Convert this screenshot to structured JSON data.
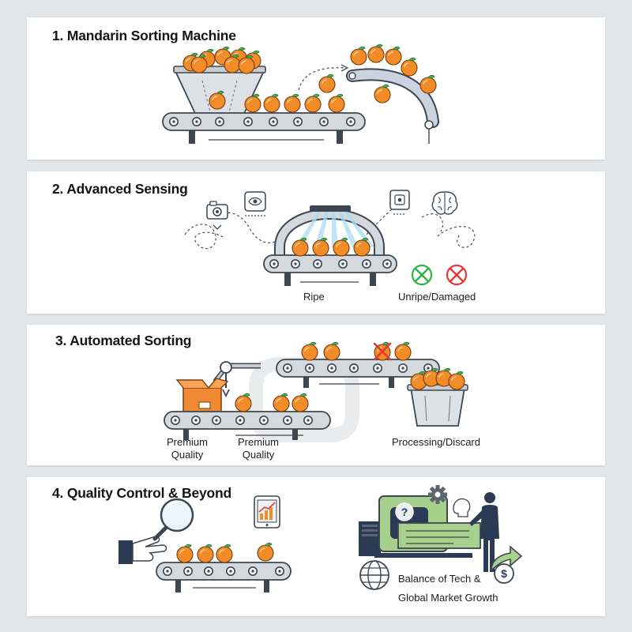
{
  "panels": [
    {
      "title": "1. Mandarin Sorting Machine"
    },
    {
      "title": "2. Advanced Sensing",
      "labels": {
        "ripe": "Ripe",
        "unripe": "Unripe/Damaged"
      }
    },
    {
      "title": "3. Automated Sorting",
      "labels": {
        "premium_a_line1": "Premium",
        "premium_a_line2": "Quality",
        "premium_b_line1": "Premium",
        "premium_b_line2": "Quality",
        "processing": "Processing/Discard"
      }
    },
    {
      "title": "4. Quality Control & Beyond",
      "labels": {
        "balance_line1": "Balance of Tech &",
        "balance_line2": "Global Market Growth"
      }
    }
  ],
  "icons": [
    "camera-icon",
    "sensor-chip-icon",
    "processor-icon",
    "brain-icon",
    "check-icon",
    "cross-icon",
    "magnifier-icon",
    "hand-icon",
    "tablet-chart-icon",
    "gear-icon",
    "question-icon",
    "person-icon",
    "globe-icon",
    "dollar-growth-icon"
  ],
  "colors": {
    "orange": "#f28c28",
    "orange_dark": "#c9681a",
    "leaf": "#4caf50",
    "steel": "#b9c0c7",
    "steel_dark": "#5d6670",
    "green_ok": "#2fb344",
    "red_bad": "#e53935",
    "beam": "#a9dcf2",
    "screen_green": "#a8d08d",
    "navy": "#2b3a55",
    "box": "#f08a32"
  }
}
